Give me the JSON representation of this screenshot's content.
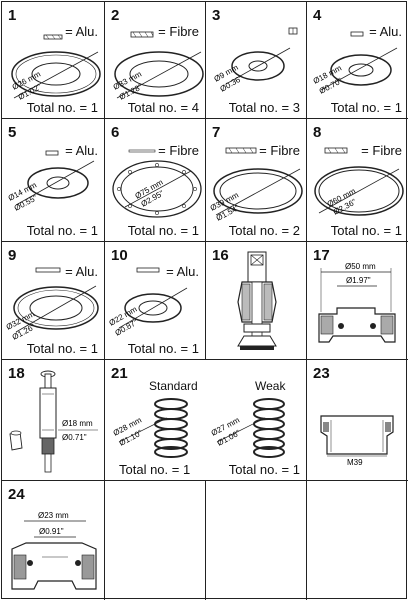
{
  "cells": [
    {
      "num": "1",
      "material": "= Alu.",
      "dim_mm": "Ø26 mm",
      "dim_in": "Ø1.02\"",
      "total": "Total no. = 1"
    },
    {
      "num": "2",
      "material": "= Fibre",
      "dim_mm": "Ø33 mm",
      "dim_in": "Ø1.28\"",
      "total": "Total no. = 4"
    },
    {
      "num": "3",
      "material": "",
      "dim_mm": "Ø9 mm",
      "dim_in": "Ø0.36\"",
      "total": "Total no. = 3"
    },
    {
      "num": "4",
      "material": "= Alu.",
      "dim_mm": "Ø18 mm",
      "dim_in": "Ø0.70\"",
      "total": "Total no. = 1"
    },
    {
      "num": "5",
      "material": "= Alu.",
      "dim_mm": "Ø14 mm",
      "dim_in": "Ø0.55\"",
      "total": "Total no. = 1"
    },
    {
      "num": "6",
      "material": "= Fibre",
      "dim_mm": "Ø75 mm",
      "dim_in": "Ø2.95\"",
      "total": "Total no. = 1"
    },
    {
      "num": "7",
      "material": "= Fibre",
      "dim_mm": "Ø39 mm",
      "dim_in": "Ø1.54\"",
      "total": "Total no. = 2"
    },
    {
      "num": "8",
      "material": "= Fibre",
      "dim_mm": "Ø60 mm",
      "dim_in": "Ø2.36\"",
      "total": "Total no. = 1"
    },
    {
      "num": "9",
      "material": "= Alu.",
      "dim_mm": "Ø32 mm",
      "dim_in": "Ø1.26\"",
      "total": "Total no. = 1"
    },
    {
      "num": "10",
      "material": "= Alu.",
      "dim_mm": "Ø22 mm",
      "dim_in": "Ø0.87\"",
      "total": "Total no. = 1"
    },
    {
      "num": "16"
    },
    {
      "num": "17",
      "dim_mm": "Ø50 mm",
      "dim_in": "Ø1.97\""
    },
    {
      "num": "18",
      "dim_mm": "Ø18 mm",
      "dim_in": "Ø0.71\""
    },
    {
      "num": "21",
      "standard": "Standard",
      "weak": "Weak",
      "s_mm": "Ø28 mm",
      "s_in": "Ø1.10\"",
      "w_mm": "Ø27 mm",
      "w_in": "Ø1.06\"",
      "total_a": "Total no. = 1",
      "total_b": "Total no. = 1"
    },
    {
      "num": "23",
      "label": "M39"
    },
    {
      "num": "24",
      "dim_mm": "Ø23 mm",
      "dim_in": "Ø0.91\""
    }
  ]
}
